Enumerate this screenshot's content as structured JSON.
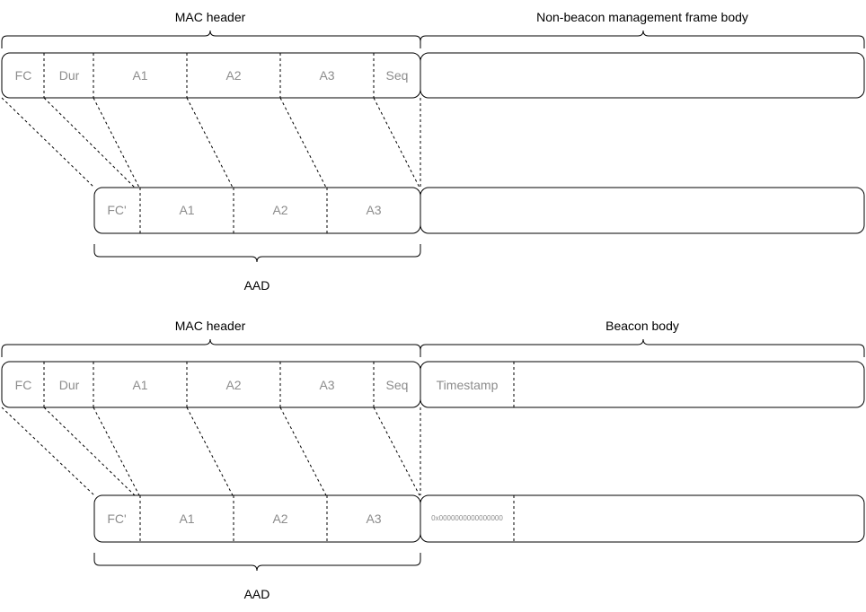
{
  "diagram_top": {
    "mac_header_label": "MAC header",
    "body_label": "Non-beacon management frame body",
    "aad_label": "AAD",
    "header_fields": [
      "FC",
      "Dur",
      "A1",
      "A2",
      "A3",
      "Seq"
    ],
    "aad_fields": [
      "FC'",
      "A1",
      "A2",
      "A3"
    ]
  },
  "diagram_bottom": {
    "mac_header_label": "MAC header",
    "body_label": "Beacon body",
    "aad_label": "AAD",
    "header_fields": [
      "FC",
      "Dur",
      "A1",
      "A2",
      "A3",
      "Seq"
    ],
    "aad_fields": [
      "FC'",
      "A1",
      "A2",
      "A3"
    ],
    "body_field": "Timestamp",
    "zeroed_timestamp": "0x0000000000000000"
  },
  "colors": {
    "line": "#000000",
    "field_text": "#8c8c8c",
    "label_text": "#000000"
  }
}
